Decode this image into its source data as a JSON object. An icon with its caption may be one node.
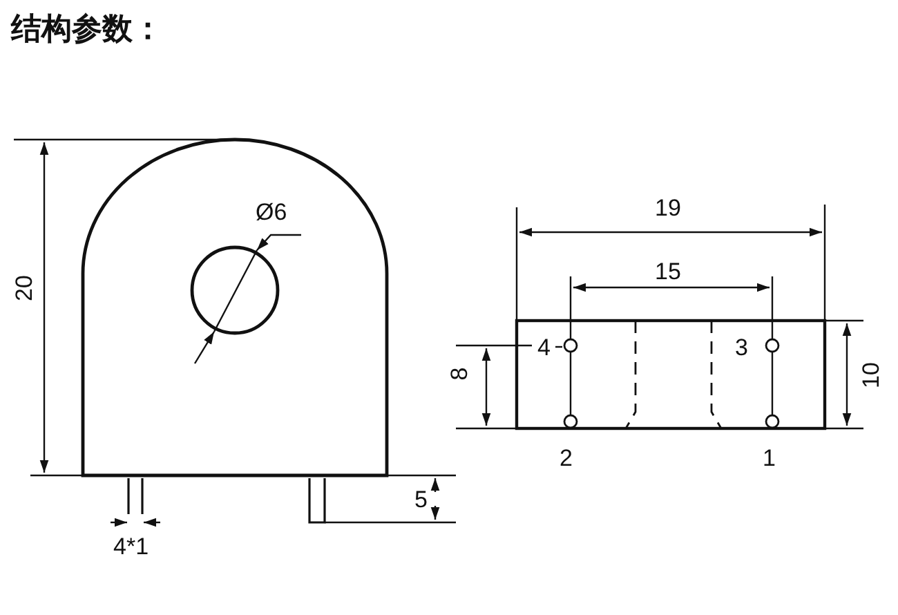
{
  "diagram": {
    "title": "结构参数：",
    "labels": [
      "20",
      "Ø6",
      "19",
      "15",
      "4",
      "3",
      "8",
      "10",
      "2",
      "1",
      "5",
      "4*1"
    ]
  }
}
